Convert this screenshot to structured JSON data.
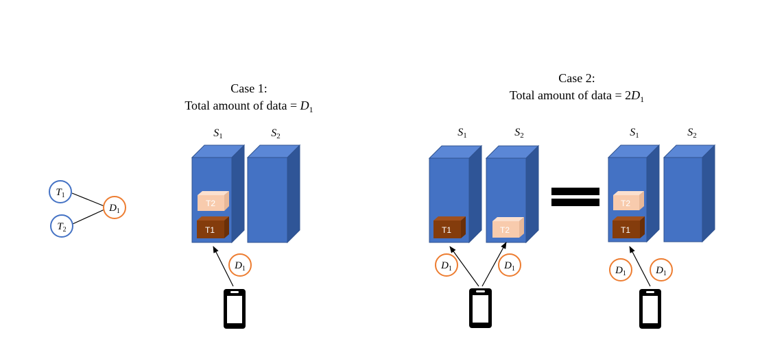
{
  "graph": {
    "t1": {
      "base": "T",
      "sub": "1"
    },
    "t2": {
      "base": "T",
      "sub": "2"
    },
    "d1": {
      "base": "D",
      "sub": "1"
    }
  },
  "case1": {
    "title_line1": "Case 1:",
    "title_line2_text": "Total amount of data = ",
    "title_line2_var": "D",
    "title_line2_sub": "1",
    "server1": {
      "base": "S",
      "sub": "1"
    },
    "server2": {
      "base": "S",
      "sub": "2"
    },
    "box_t2": "T2",
    "box_t1": "T1",
    "data_label": {
      "base": "D",
      "sub": "1"
    }
  },
  "case2": {
    "title_line1": "Case 2:",
    "title_line2_text": "Total amount of data = 2",
    "title_line2_var": "D",
    "title_line2_sub": "1",
    "left": {
      "server1": {
        "base": "S",
        "sub": "1"
      },
      "server2": {
        "base": "S",
        "sub": "2"
      },
      "box_t1": "T1",
      "box_t2": "T2",
      "data_left": {
        "base": "D",
        "sub": "1"
      },
      "data_right": {
        "base": "D",
        "sub": "1"
      }
    },
    "right": {
      "server1": {
        "base": "S",
        "sub": "1"
      },
      "server2": {
        "base": "S",
        "sub": "2"
      },
      "box_t2": "T2",
      "box_t1": "T1",
      "data_left": {
        "base": "D",
        "sub": "1"
      },
      "data_right": {
        "base": "D",
        "sub": "1"
      }
    }
  },
  "colors": {
    "server_front": "#4472c4",
    "server_side": "#2f5597",
    "server_top": "#5b87d6",
    "server_stroke": "#2f528f",
    "node_blue": "#4472c4",
    "node_orange": "#ed7d31",
    "box_light": "#f8cbad",
    "box_dark": "#843c0c"
  }
}
